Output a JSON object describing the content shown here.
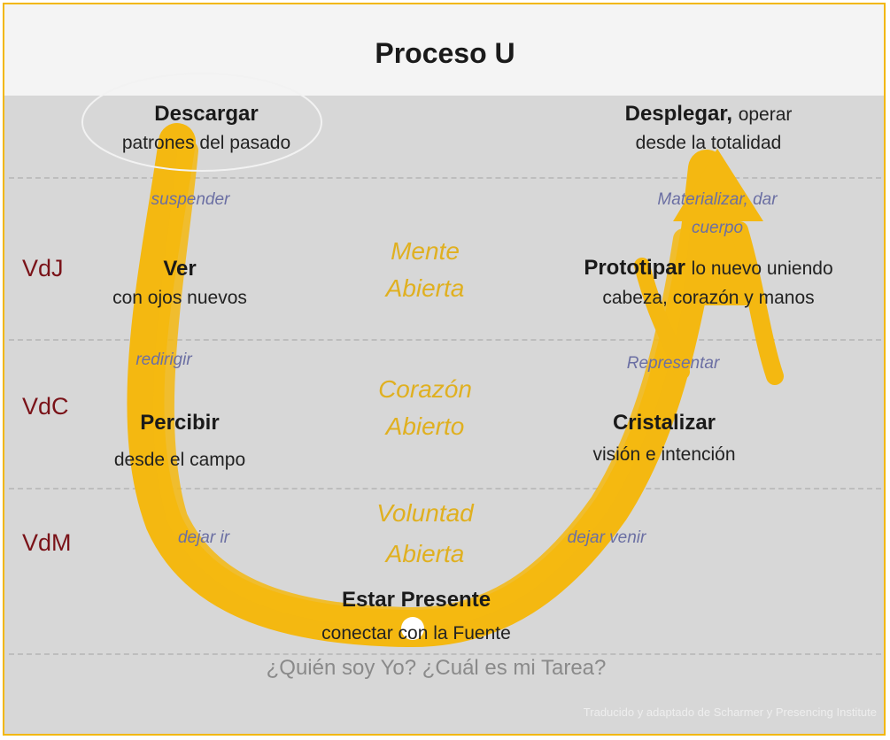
{
  "title": "Proceso U",
  "left_steps": [
    {
      "head": "Descargar",
      "sub": "patrones del pasado"
    },
    {
      "head": "Ver",
      "sub": "con ojos nuevos"
    },
    {
      "head": "Percibir",
      "sub": "desde el campo"
    }
  ],
  "right_steps": [
    {
      "head": "Desplegar,",
      "tail": "operar",
      "sub": "desde la totalidad"
    },
    {
      "head": "Prototipar",
      "tail": "lo nuevo uniendo",
      "sub": "cabeza, corazón y manos"
    },
    {
      "head": "Cristalizar",
      "sub": "visión e intención"
    }
  ],
  "bottom_step": {
    "head": "Estar Presente",
    "sub": "conectar con la Fuente"
  },
  "left_verbs": [
    "suspender",
    "redirigir",
    "dejar ir"
  ],
  "right_verbs": [
    "Materializar, dar",
    "cuerpo",
    "Representar",
    "dejar venir"
  ],
  "openings": [
    {
      "l1": "Mente",
      "l2": "Abierta"
    },
    {
      "l1": "Corazón",
      "l2": "Abierto"
    },
    {
      "l1": "Voluntad",
      "l2": "Abierta"
    }
  ],
  "levels": [
    "VdJ",
    "VdC",
    "VdM"
  ],
  "question": "¿Quién soy Yo? ¿Cuál es mi Tarea?",
  "credit": "Traducido y adaptado de Scharmer y Presencing Institute",
  "colors": {
    "arrow": "#f4b811",
    "frame": "#f2b705",
    "levels": "#7a1218",
    "verbs": "#6b6fa3",
    "openings": "#e0b020"
  }
}
